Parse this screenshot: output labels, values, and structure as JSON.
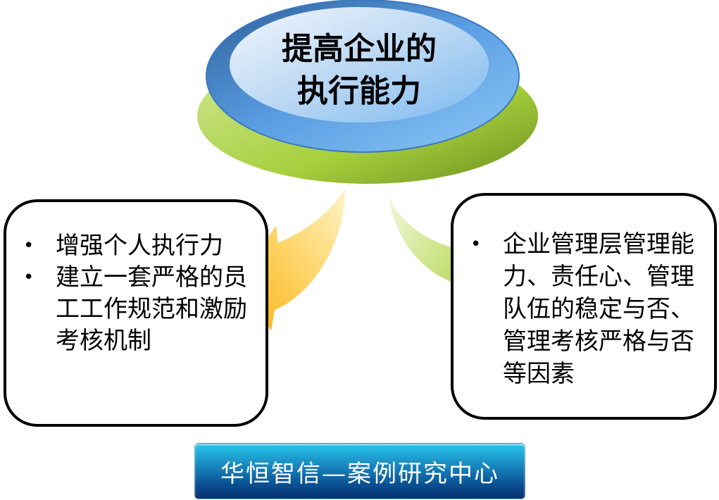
{
  "center": {
    "title_line1": "提高企业的",
    "title_line2": "执行能力"
  },
  "left_box": {
    "items": [
      "增强个人执行力",
      "建立一套严格的员工工作规范和激励考核机制"
    ]
  },
  "right_box": {
    "items": [
      "企业管理层管理能力、责任心、管理队伍的稳定与否、管理考核严格与否等因素"
    ]
  },
  "footer": {
    "banner": "华恒智信—案例研究中心"
  },
  "colors": {
    "ellipse_blue": "#5b9fe0",
    "ellipse_green": "#9cc940",
    "arrow_left": "#fbb929",
    "arrow_right": "#9cc940",
    "banner": "#0a5a9c"
  }
}
